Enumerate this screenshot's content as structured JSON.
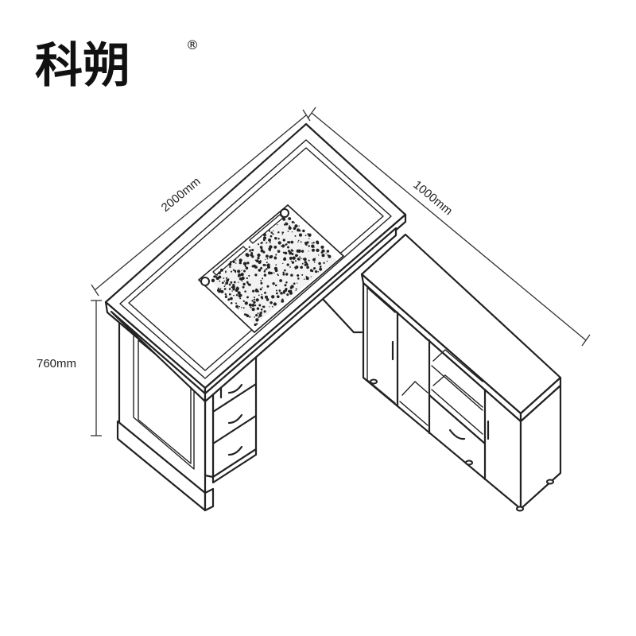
{
  "brand": {
    "name": "科朔",
    "registered_mark": "®"
  },
  "dimensions": {
    "desk_length": "2000mm",
    "return_length": "1000mm",
    "height": "760mm"
  },
  "colors": {
    "line": "#222222",
    "background": "#ffffff",
    "brand_text": "#111111"
  }
}
